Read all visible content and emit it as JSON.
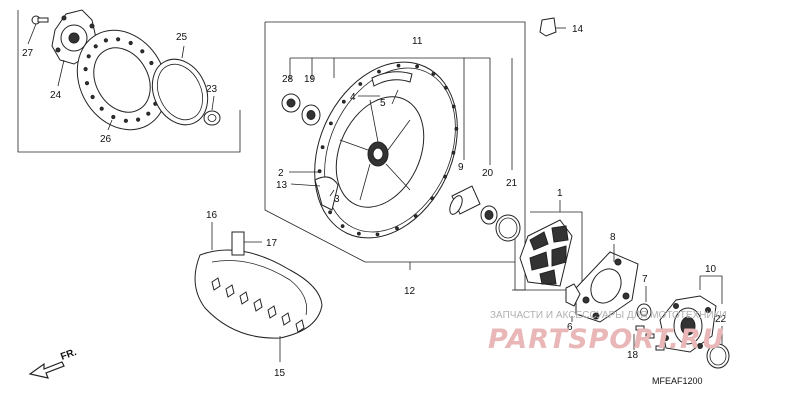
{
  "diagram_code": "MFEAF1200",
  "direction_label": "FR.",
  "watermark": {
    "subtitle": "ЗАПЧАСТИ И АКСЕССУАРЫ ДЛЯ МОТОТЕХНИКИ",
    "brand": "PARTSPORT.RU"
  },
  "callouts": {
    "p1": "1",
    "p2": "2",
    "p3": "3",
    "p4": "4",
    "p5": "5",
    "p6": "6",
    "p7": "7",
    "p8": "8",
    "p9": "9",
    "p10": "10",
    "p11": "11",
    "p12": "12",
    "p13": "13",
    "p14": "14",
    "p15": "15",
    "p16": "16",
    "p17": "17",
    "p18": "18",
    "p19": "19",
    "p20": "20",
    "p21": "21",
    "p22": "22",
    "p23": "23",
    "p24": "24",
    "p25": "25",
    "p26": "26",
    "p27": "27",
    "p28": "28"
  }
}
